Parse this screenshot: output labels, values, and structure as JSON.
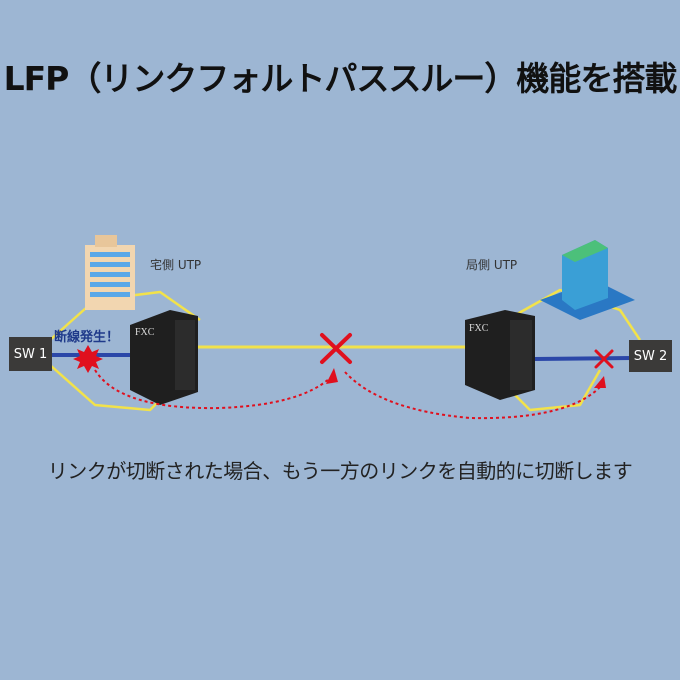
{
  "title": "LFP（リンクフォルトパススルー）機能を搭載",
  "caption": "リンクが切断された場合、もう一方のリンクを自動的に切断します",
  "left": {
    "label": "宅側 UTP",
    "switch": "SW 1",
    "alert": "断線発生！",
    "converter_brand": "FXC"
  },
  "right": {
    "label": "局側 UTP",
    "switch": "SW 2",
    "converter_brand": "FXC"
  },
  "colors": {
    "background": "#9db6d3",
    "fiber_line": "#f2e24a",
    "utp_line": "#2b47a8",
    "fault_red": "#e0101e",
    "switch_fill": "#3b3a39"
  },
  "icons": [
    "office-building-icon",
    "datacenter-building-icon",
    "media-converter-icon",
    "burst-fault-icon",
    "cross-mark-icon",
    "dashed-arrow-icon"
  ]
}
